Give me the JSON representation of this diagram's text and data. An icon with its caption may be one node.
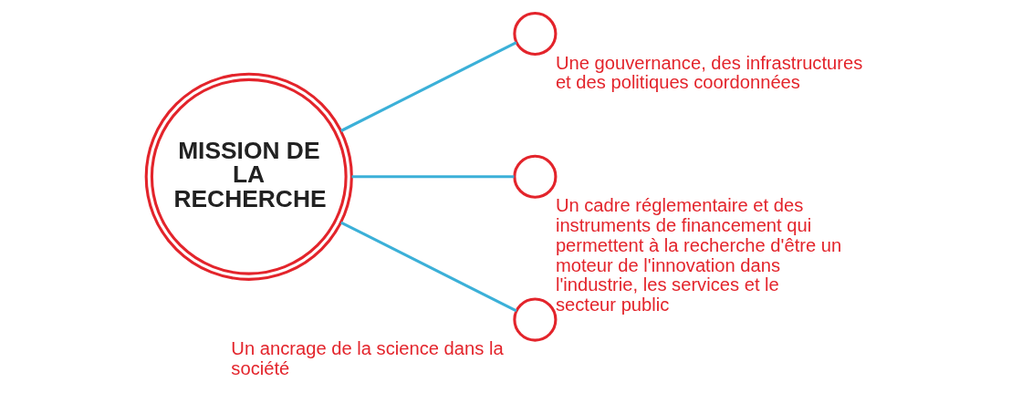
{
  "diagram": {
    "nodes": [
      {
        "text": [
          "MISSION DE LA RECHERCHE"
        ]
      },
      {
        "text": [],
        "shape": "circle",
        "beside": [
          "Une gouvernance, des infrastructures et des politiques coordonnées"
        ]
      },
      {
        "text": [],
        "shape": "circle",
        "beside": [
          "Un cadre réglementaire et des instruments de financement qui permettent à la recherche d'être un moteur de l'innovation dans l'industrie, les services et le secteur public"
        ]
      },
      {
        "text": [],
        "shape": "circle",
        "beside": [
          "Un ancrage de la science dans la société"
        ]
      }
    ],
    "edges": [
      {
        "from": 0,
        "to": 1,
        "arrow": "none"
      },
      {
        "from": 0,
        "to": 2,
        "arrow": "none"
      },
      {
        "from": 0,
        "to": 3,
        "arrow": "none"
      }
    ]
  }
}
